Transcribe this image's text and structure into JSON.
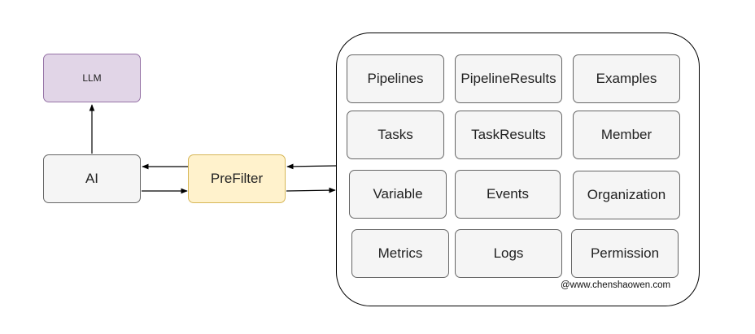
{
  "nodes": {
    "llm": "LLM",
    "ai": "AI",
    "prefilter": "PreFilter"
  },
  "grid": {
    "pipelines": "Pipelines",
    "pipeline_results": "PipelineResults",
    "examples": "Examples",
    "tasks": "Tasks",
    "task_results": "TaskResults",
    "member": "Member",
    "variable": "Variable",
    "events": "Events",
    "organization": "Organization",
    "metrics": "Metrics",
    "logs": "Logs",
    "permission": "Permission"
  },
  "watermark": "@www.chenshaowen.com",
  "colors": {
    "llm_fill": "#e1d5e7",
    "llm_stroke": "#9673a6",
    "prefilter_fill": "#fff2cc",
    "prefilter_stroke": "#d6b656",
    "node_fill": "#f5f5f5",
    "node_stroke": "#666666"
  }
}
